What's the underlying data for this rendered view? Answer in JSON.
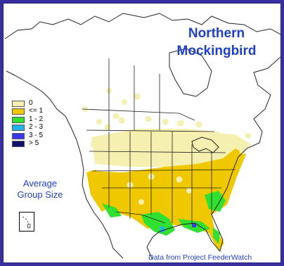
{
  "title": {
    "line1": "Northern",
    "line2": "Mockingbird"
  },
  "legend": {
    "items": [
      {
        "label": "0",
        "color": "#f5f0b0"
      },
      {
        "label": "<= 1",
        "color": "#f0c800"
      },
      {
        "label": "1 - 2",
        "color": "#32e032"
      },
      {
        "label": "2 - 3",
        "color": "#22b4e8"
      },
      {
        "label": "3 - 5",
        "color": "#3a3aec"
      },
      {
        "label": "> 5",
        "color": "#10106e"
      }
    ],
    "caption_line1": "Average",
    "caption_line2": "Group Size"
  },
  "credit": "Data from Project FeederWatch",
  "colors": {
    "frame_border": "#3a2fa0",
    "title": "#1f3fc8",
    "outline": "#222222"
  }
}
